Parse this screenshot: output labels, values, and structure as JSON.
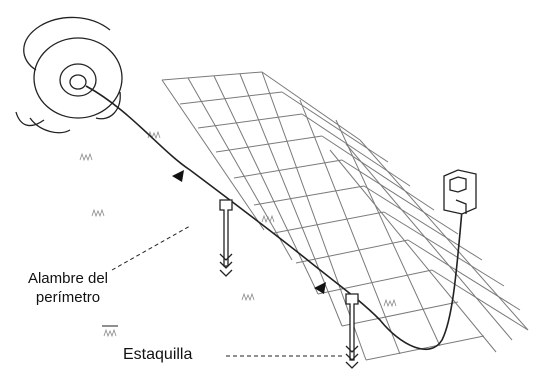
{
  "labels": {
    "wire_line1": "Alambre del",
    "wire_line2": "perímetro",
    "stake": "Estaquilla"
  },
  "colors": {
    "line": "#222222",
    "grid": "#7a7a7a",
    "grass": "#8a8a8a"
  }
}
